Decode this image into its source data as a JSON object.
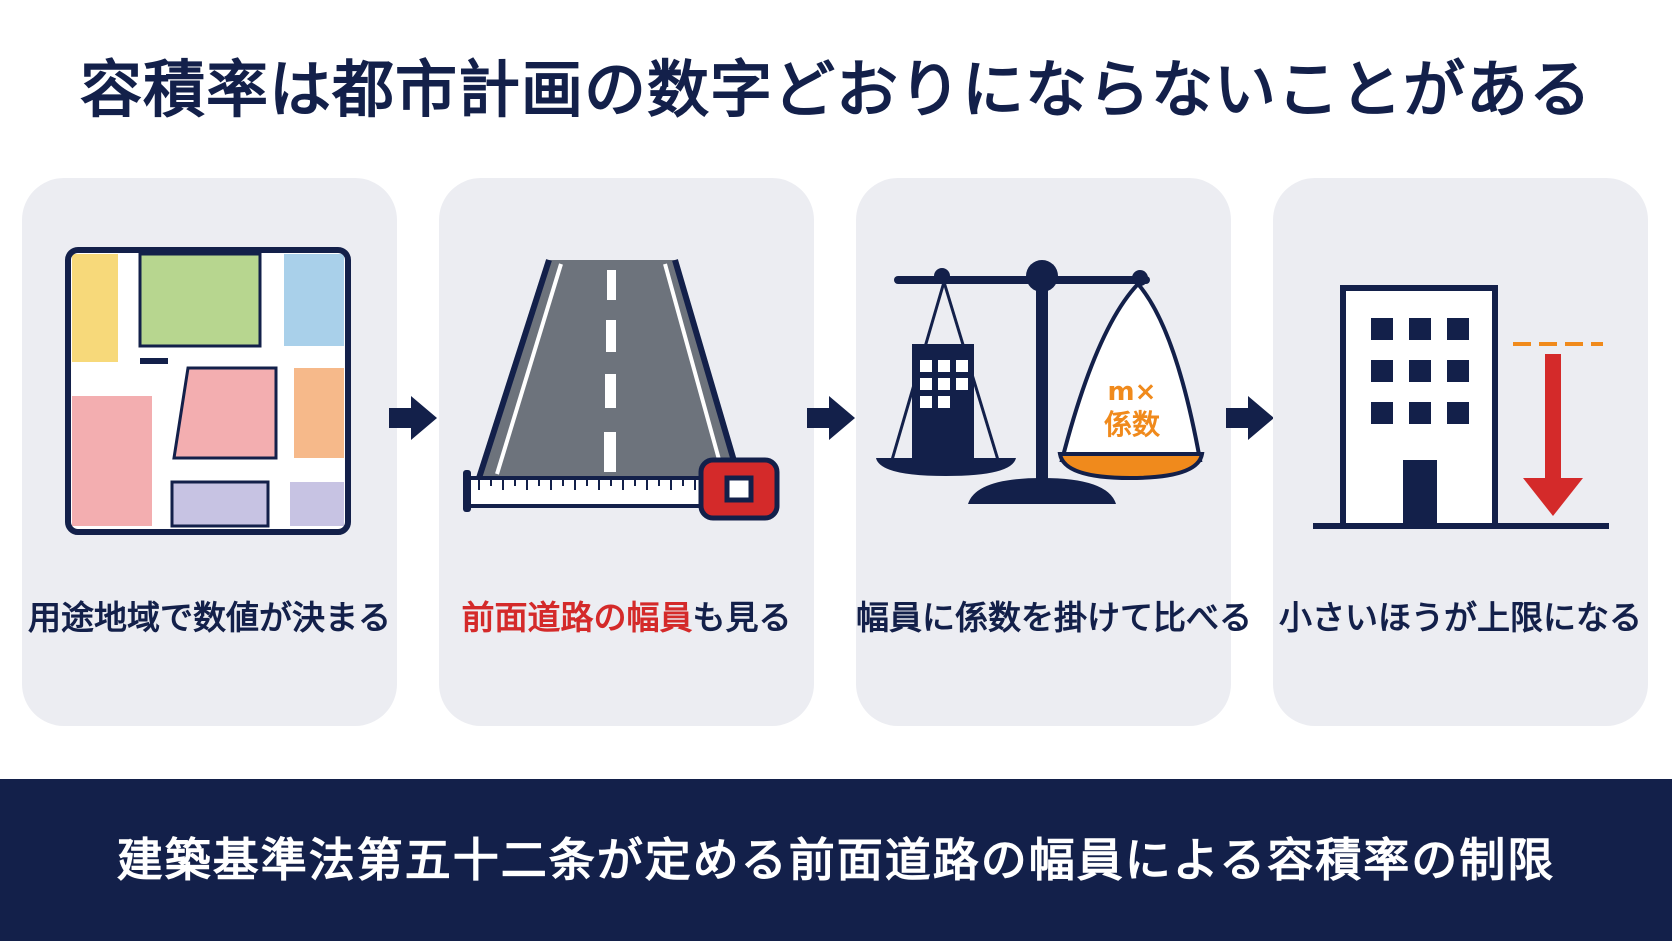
{
  "title": "容積率は都市計画の数字どおりにならないことがある",
  "steps": [
    {
      "label": "用途地域で数値が決まる",
      "icon": "zoning-map-icon"
    },
    {
      "label_highlight": "前面道路の幅員",
      "label_rest": "も見る",
      "icon": "road-measure-icon"
    },
    {
      "label": "幅員に係数を掛けて比べる",
      "icon": "balance-scale-icon",
      "pan_text_line1": "m×",
      "pan_text_line2": "係数"
    },
    {
      "label": "小さいほうが上限になる",
      "icon": "building-limit-icon"
    }
  ],
  "footer": "建築基準法第五十二条が定める前面道路の幅員による容積率の制限",
  "colors": {
    "navy": "#13204a",
    "card_bg": "#ecedf2",
    "highlight_red": "#d42a2a",
    "orange": "#f08a1c",
    "map_yellow": "#f7d97a",
    "map_green": "#b7d68f",
    "map_blue": "#a9d0ea",
    "map_pink": "#f3aeb0",
    "map_orange": "#f6b98a",
    "map_purple": "#c7c3e3",
    "road_gray": "#6d737c"
  }
}
